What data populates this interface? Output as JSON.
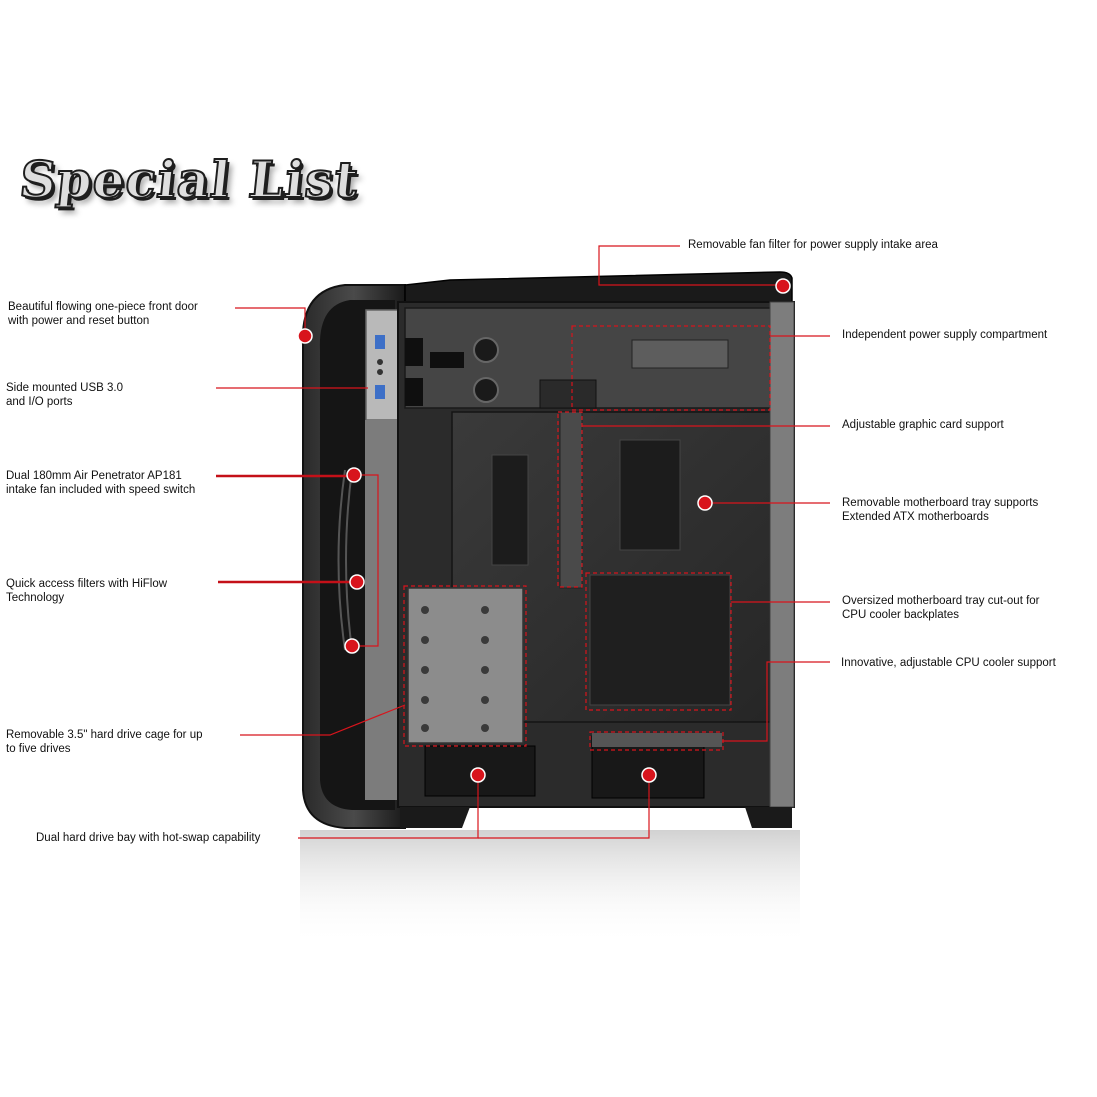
{
  "header": {
    "title": "Special List"
  },
  "colors": {
    "callout": "#d8141c",
    "case_dark": "#1c1c1c",
    "case_mid": "#3a3a3a",
    "frame": "#9a9a9a",
    "text": "#111111"
  },
  "callouts": {
    "psu_filter": {
      "line1": "Removable fan filter for power supply intake area"
    },
    "front_door": {
      "line1": "Beautiful flowing one-piece front door",
      "line2": "with power and reset button"
    },
    "usb": {
      "line1": "Side mounted USB 3.0",
      "line2": "and I/O ports"
    },
    "fan": {
      "line1": "Dual 180mm Air Penetrator AP181",
      "line2": "intake fan included with speed switch"
    },
    "filters": {
      "line1": "Quick access filters with HiFlow",
      "line2": "Technology"
    },
    "hdd_cage": {
      "line1": "Removable 3.5\" hard drive cage for up",
      "line2": "to five drives"
    },
    "hotswap": {
      "line1": "Dual hard drive bay with hot-swap capability"
    },
    "psu_compartment": {
      "line1": "Independent power supply compartment"
    },
    "gpu_support": {
      "line1": "Adjustable graphic card support"
    },
    "mb_tray": {
      "line1": "Removable motherboard tray supports",
      "line2": "Extended ATX motherboards"
    },
    "cutout": {
      "line1": "Oversized motherboard tray cut-out for",
      "line2": "CPU cooler backplates"
    },
    "cpu_support": {
      "line1": "Innovative, adjustable CPU cooler support"
    }
  }
}
